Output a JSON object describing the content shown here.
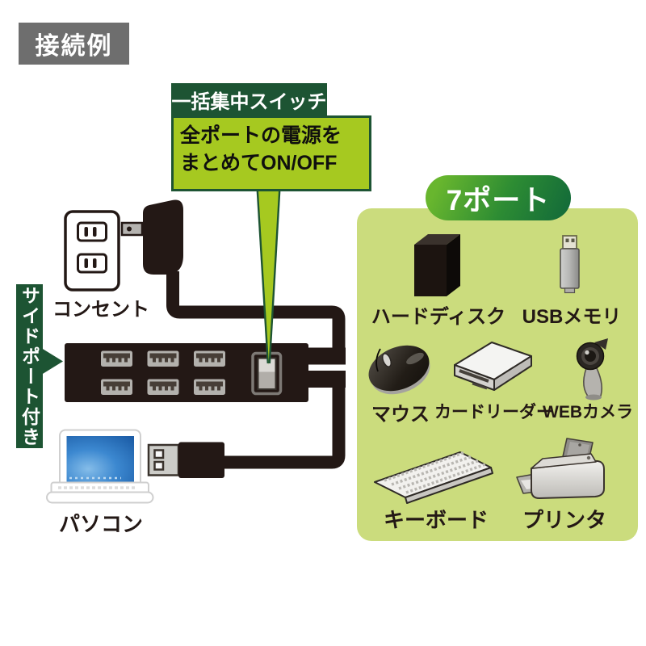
{
  "palette": {
    "title_gray": "#6e6e6e",
    "dark_green": "#1d5433",
    "bright_yellow_green": "#a6c920",
    "panel_light_green": "#cbdc7d",
    "pill_green_light": "#68b62e",
    "pill_green_dark": "#11683a",
    "illustration_black": "#231815",
    "laptop_screen_blue": "#2f7cc4"
  },
  "title": {
    "label": "接続例"
  },
  "callout": {
    "header": "一括集中スイッチ",
    "body_line1": "全ポートの電源を",
    "body_line2": "まとめてON/OFF"
  },
  "side_banner": {
    "label": "サイドポート付き"
  },
  "ports_badge": {
    "label": "7ポート"
  },
  "left_diagram": {
    "outlet_label": "コンセント",
    "pc_label": "パソコン"
  },
  "hub": {
    "visible_front_ports": 6,
    "has_power_switch": true
  },
  "devices": [
    {
      "name": "hard-disk",
      "label": "ハードディスク"
    },
    {
      "name": "usb-memory",
      "label": "USBメモリ"
    },
    {
      "name": "mouse",
      "label": "マウス"
    },
    {
      "name": "card-reader",
      "label": "カードリーダー"
    },
    {
      "name": "web-camera",
      "label": "WEBカメラ"
    },
    {
      "name": "keyboard",
      "label": "キーボード"
    },
    {
      "name": "printer",
      "label": "プリンタ"
    }
  ]
}
